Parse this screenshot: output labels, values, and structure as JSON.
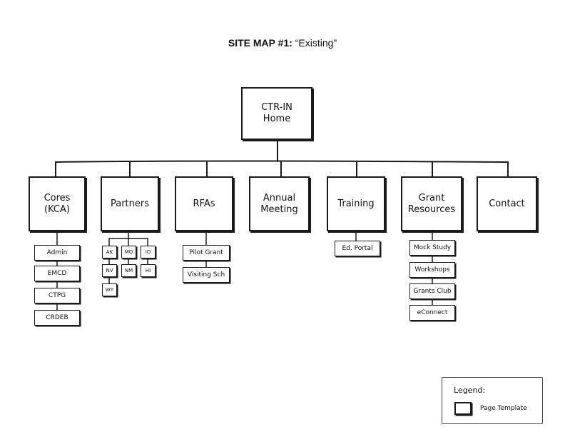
{
  "title": {
    "bold": "SITE MAP #1:",
    "rest": "“Existing”"
  },
  "home": {
    "label": "CTR-IN\nHome"
  },
  "sections": {
    "cores": {
      "label": "Cores\n(KCA)",
      "children": [
        "Admin",
        "EMCD",
        "CTPG",
        "CRDEB"
      ]
    },
    "partners": {
      "label": "Partners",
      "children": [
        "AK",
        "MO",
        "ID",
        "NV",
        "NM",
        "HI",
        "WY"
      ]
    },
    "rfas": {
      "label": "RFAs",
      "children": [
        "Pilot Grant",
        "Visiting Sch"
      ]
    },
    "annual": {
      "label": "Annual\nMeeting"
    },
    "training": {
      "label": "Training",
      "children": [
        "Ed. Portal"
      ]
    },
    "grant": {
      "label": "Grant\nResources",
      "children": [
        "Mock Study",
        "Workshops",
        "Grants Club",
        "eConnect"
      ]
    },
    "contact": {
      "label": "Contact"
    }
  },
  "legend": {
    "title": "Legend:",
    "item": "Page Template"
  }
}
